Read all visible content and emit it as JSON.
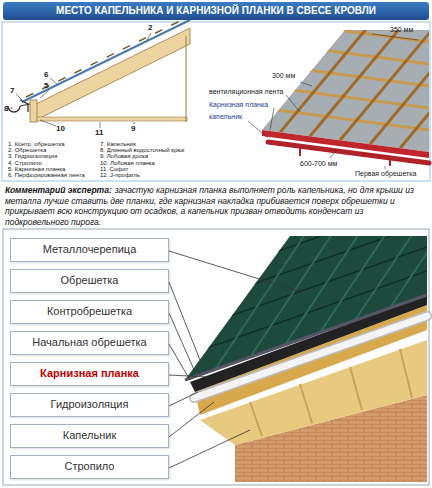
{
  "diagram": {
    "title": "МЕСТО КАПЕЛЬНИКА И КАРНИЗНОЙ ПЛАНКИ В СВЕСЕ КРОВЛИ",
    "nodes": [
      {
        "text": [
          "Металлочерепица"
        ]
      },
      {
        "text": [
          "Обрешетка"
        ]
      },
      {
        "text": [
          "Контробрешетка"
        ]
      },
      {
        "text": [
          "Начальная обрешетка"
        ]
      },
      {
        "text": [
          "Карнизная планка"
        ]
      },
      {
        "text": [
          "Гидроизоляция"
        ]
      },
      {
        "text": [
          "Капельник"
        ]
      },
      {
        "text": [
          "Стропило"
        ]
      }
    ],
    "labels": [
      "2",
      "6",
      "5",
      "7",
      "8",
      "10",
      "9",
      "11",
      "1. Контр. обрешетка",
      "2. Обрешетка",
      "3. Гидроизоляция",
      "4. Стропило",
      "5. Карнизная планка",
      "6. Перфорированная лента",
      "7. Капельник",
      "8. Длинный водосточный крюк",
      "9. Лобовая доска",
      "10. Лобовая планка",
      "11. Софит",
      "12. J-профиль",
      "350 мм",
      "300 мм",
      "вентиляционная лента",
      "Карнизная планка",
      "капельник",
      "600-700 мм",
      "Первая обрешетка",
      "Комментарий эксперта:",
      "зачастую карнизная планка выполняет роль капельника, но для крыши из металла лучше ставить две планки, где карнизная накладка прибивается поверх обрешетки и прикрывает всю конструкцию от осадков, а капельник призван отводить конденсат из подкровельного пирога."
    ]
  }
}
